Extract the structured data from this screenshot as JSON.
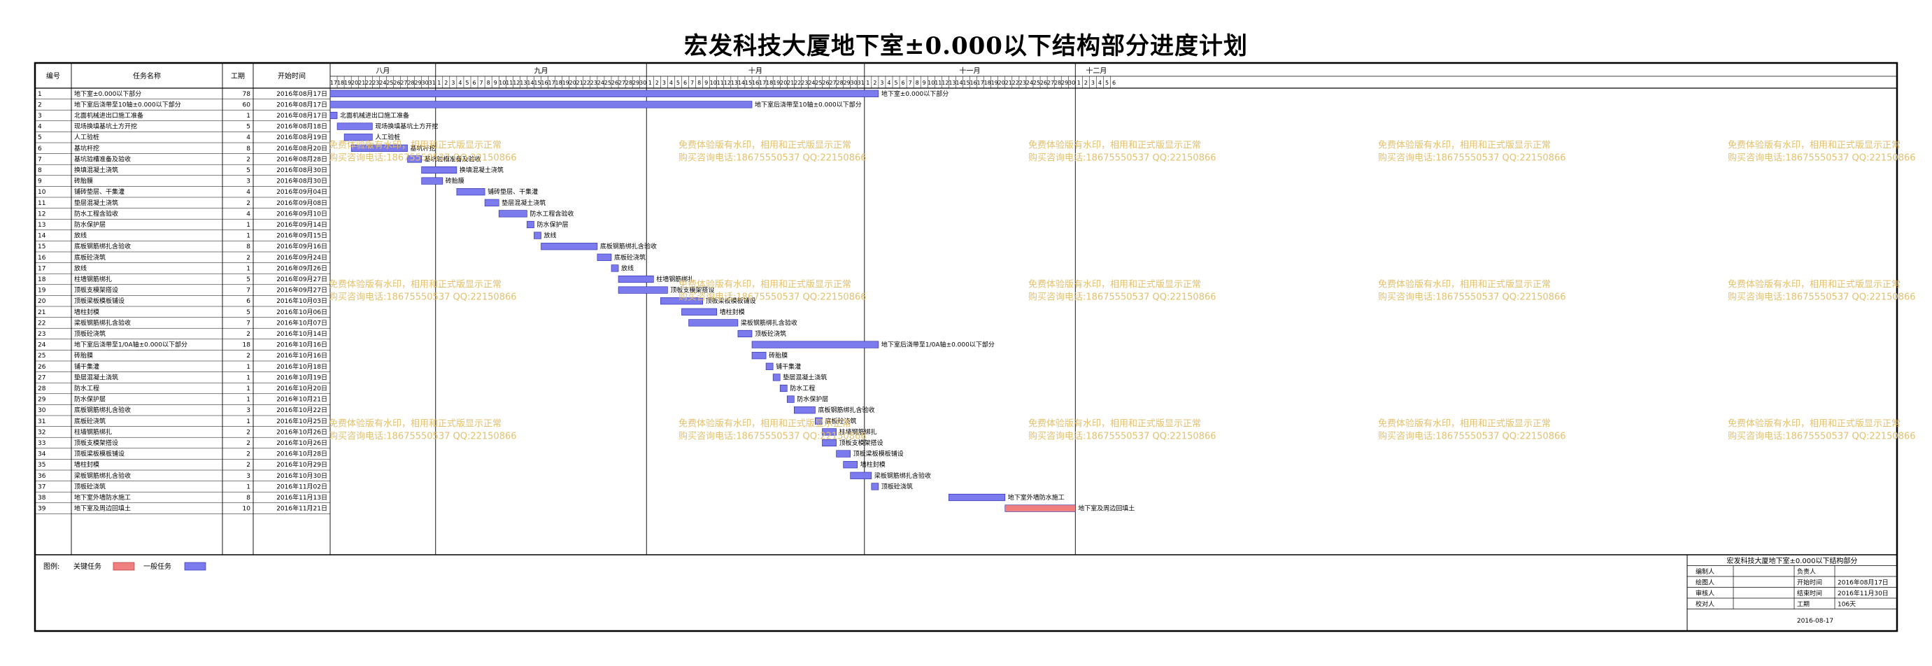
{
  "title": "宏发科技大厦地下室±0.000以下结构部分进度计划",
  "headers": {
    "id": "编号",
    "name": "任务名称",
    "duration": "工期",
    "start": "开始时间"
  },
  "watermark": {
    "line1": "免费体验版有水印，相用和正式版显示正常",
    "line2": "购买咨询电话:18675550537 QQ:22150866"
  },
  "colors": {
    "critical": "#f08080",
    "normal": "#7b7bee",
    "grid": "#000000",
    "watermark": "#e2c070"
  },
  "legend": {
    "label": "图例:",
    "critical": "关键任务",
    "normal": "一般任务"
  },
  "info_box": {
    "title": "宏发科技大厦地下室±0.000以下结构部分",
    "rows": [
      {
        "l1": "编制人",
        "v1": "",
        "l2": "负责人",
        "v2": ""
      },
      {
        "l1": "绘图人",
        "v1": "",
        "l2": "开始时间",
        "v2": "2016年08月17日"
      },
      {
        "l1": "审核人",
        "v1": "",
        "l2": "结束时间",
        "v2": "2016年11月30日"
      },
      {
        "l1": "校对人",
        "v1": "",
        "l2": "工期",
        "v2": "106天"
      }
    ],
    "date": "2016-08-17"
  },
  "chart_data": {
    "type": "gantt",
    "timeline_start": "2016-08-17",
    "timeline_end": "2016-12-06",
    "months": [
      {
        "label": "八月",
        "start": "2016-08-17",
        "days": 15
      },
      {
        "label": "九月",
        "start": "2016-09-01",
        "days": 30
      },
      {
        "label": "十月",
        "start": "2016-10-01",
        "days": 31
      },
      {
        "label": "十一月",
        "start": "2016-11-01",
        "days": 30
      },
      {
        "label": "十二月",
        "start": "2016-12-01",
        "days": 6
      }
    ],
    "tasks": [
      {
        "id": "1",
        "name": "地下室±0.000以下部分",
        "duration": "78",
        "start": "2016年08月17日",
        "label": "地下室±0.000以下部分",
        "critical": false
      },
      {
        "id": "2",
        "name": "地下室后浇带至10轴±0.000以下部分",
        "duration": "60",
        "start": "2016年08月17日",
        "label": "地下室后浇带至10轴±0.000以下部分",
        "critical": false
      },
      {
        "id": "3",
        "name": "北面机械进出口施工准备",
        "duration": "1",
        "start": "2016年08月17日",
        "label": "北面机械进出口施工准备",
        "critical": false
      },
      {
        "id": "4",
        "name": "现场换填基坑土方开挖",
        "duration": "5",
        "start": "2016年08月18日",
        "label": "现场换填基坑土方开挖",
        "critical": false
      },
      {
        "id": "5",
        "name": "人工验桩",
        "duration": "4",
        "start": "2016年08月19日",
        "label": "人工验桩",
        "critical": false
      },
      {
        "id": "6",
        "name": "基坑杆挖",
        "duration": "8",
        "start": "2016年08月20日",
        "label": "基坑杆挖",
        "critical": false
      },
      {
        "id": "7",
        "name": "基坑验槽准备及验收",
        "duration": "2",
        "start": "2016年08月28日",
        "label": "基坑验槽准备及验收",
        "critical": false
      },
      {
        "id": "8",
        "name": "换填混凝土浇筑",
        "duration": "5",
        "start": "2016年08月30日",
        "label": "换填混凝土浇筑",
        "critical": false
      },
      {
        "id": "9",
        "name": "砖胎膜",
        "duration": "3",
        "start": "2016年08月30日",
        "label": "砖胎膜",
        "critical": false
      },
      {
        "id": "10",
        "name": "铺砖垫层、干集灌",
        "duration": "4",
        "start": "2016年09月04日",
        "label": "铺砖垫层、干集灌",
        "critical": false
      },
      {
        "id": "11",
        "name": "垫层混凝土浇筑",
        "duration": "2",
        "start": "2016年09月08日",
        "label": "垫层混凝土浇筑",
        "critical": false
      },
      {
        "id": "12",
        "name": "防水工程含验收",
        "duration": "4",
        "start": "2016年09月10日",
        "label": "防水工程含验收",
        "critical": false
      },
      {
        "id": "13",
        "name": "防水保护层",
        "duration": "1",
        "start": "2016年09月14日",
        "label": "防水保护层",
        "critical": false
      },
      {
        "id": "14",
        "name": "放线",
        "duration": "1",
        "start": "2016年09月15日",
        "label": "放线",
        "critical": false
      },
      {
        "id": "15",
        "name": "底板钢筋绑扎含验收",
        "duration": "8",
        "start": "2016年09月16日",
        "label": "底板钢筋绑扎含验收",
        "critical": false
      },
      {
        "id": "16",
        "name": "底板砼浇筑",
        "duration": "2",
        "start": "2016年09月24日",
        "label": "底板砼浇筑",
        "critical": false
      },
      {
        "id": "17",
        "name": "放线",
        "duration": "1",
        "start": "2016年09月26日",
        "label": "放线",
        "critical": false
      },
      {
        "id": "18",
        "name": "柱墙钢筋绑扎",
        "duration": "5",
        "start": "2016年09月27日",
        "label": "柱墙钢筋绑扎",
        "critical": false
      },
      {
        "id": "19",
        "name": "顶板支模架搭设",
        "duration": "7",
        "start": "2016年09月27日",
        "label": "顶板支模架搭设",
        "critical": false
      },
      {
        "id": "20",
        "name": "顶板梁板模板铺设",
        "duration": "6",
        "start": "2016年10月03日",
        "label": "顶板梁板模板铺设",
        "critical": false
      },
      {
        "id": "21",
        "name": "墙柱封模",
        "duration": "5",
        "start": "2016年10月06日",
        "label": "墙柱封模",
        "critical": false
      },
      {
        "id": "22",
        "name": "梁板钢筋绑扎含验收",
        "duration": "7",
        "start": "2016年10月07日",
        "label": "梁板钢筋绑扎含验收",
        "critical": false
      },
      {
        "id": "23",
        "name": "顶板砼浇筑",
        "duration": "2",
        "start": "2016年10月14日",
        "label": "顶板砼浇筑",
        "critical": false
      },
      {
        "id": "24",
        "name": "地下室后浇带至1/0A轴±0.000以下部分",
        "duration": "18",
        "start": "2016年10月16日",
        "label": "地下室后浇带至1/0A轴±0.000以下部分",
        "critical": false
      },
      {
        "id": "25",
        "name": "砖胎膜",
        "duration": "2",
        "start": "2016年10月16日",
        "label": "砖胎膜",
        "critical": false
      },
      {
        "id": "26",
        "name": "铺干集灌",
        "duration": "1",
        "start": "2016年10月18日",
        "label": "铺干集灌",
        "critical": false
      },
      {
        "id": "27",
        "name": "垫层混凝土浇筑",
        "duration": "1",
        "start": "2016年10月19日",
        "label": "垫层混凝土浇筑",
        "critical": false
      },
      {
        "id": "28",
        "name": "防水工程",
        "duration": "1",
        "start": "2016年10月20日",
        "label": "防水工程",
        "critical": false
      },
      {
        "id": "29",
        "name": "防水保护层",
        "duration": "1",
        "start": "2016年10月21日",
        "label": "防水保护层",
        "critical": false
      },
      {
        "id": "30",
        "name": "底板钢筋绑扎含验收",
        "duration": "3",
        "start": "2016年10月22日",
        "label": "底板钢筋绑扎含验收",
        "critical": false
      },
      {
        "id": "31",
        "name": "底板砼浇筑",
        "duration": "1",
        "start": "2016年10月25日",
        "label": "底板砼浇筑",
        "critical": false
      },
      {
        "id": "32",
        "name": "柱墙钢筋绑扎",
        "duration": "2",
        "start": "2016年10月26日",
        "label": "柱墙钢筋绑扎",
        "critical": false
      },
      {
        "id": "33",
        "name": "顶板支模架搭设",
        "duration": "2",
        "start": "2016年10月26日",
        "label": "顶板支模架搭设",
        "critical": false
      },
      {
        "id": "34",
        "name": "顶板梁板模板铺设",
        "duration": "2",
        "start": "2016年10月28日",
        "label": "顶板梁板模板铺设",
        "critical": false
      },
      {
        "id": "35",
        "name": "墙柱封模",
        "duration": "2",
        "start": "2016年10月29日",
        "label": "墙柱封模",
        "critical": false
      },
      {
        "id": "36",
        "name": "梁板钢筋绑扎含验收",
        "duration": "3",
        "start": "2016年10月30日",
        "label": "梁板钢筋绑扎含验收",
        "critical": false
      },
      {
        "id": "37",
        "name": "顶板砼浇筑",
        "duration": "1",
        "start": "2016年11月02日",
        "label": "顶板砼浇筑",
        "critical": false
      },
      {
        "id": "38",
        "name": "地下室外墙防水施工",
        "duration": "8",
        "start": "2016年11月13日",
        "label": "地下室外墙防水施工",
        "critical": false
      },
      {
        "id": "39",
        "name": "地下室及周边回填土",
        "duration": "10",
        "start": "2016年11月21日",
        "label": "地下室及周边回填土",
        "critical": true
      }
    ]
  }
}
